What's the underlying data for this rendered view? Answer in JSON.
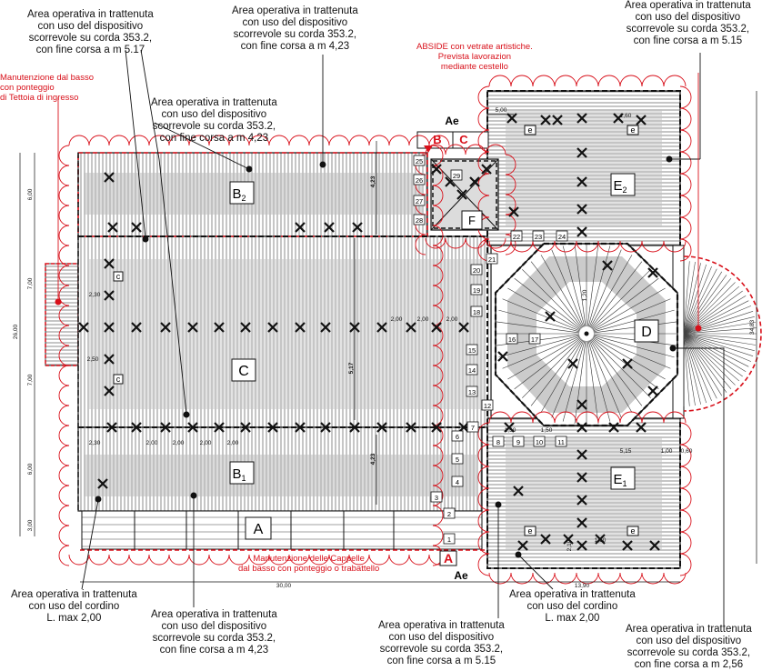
{
  "annotations": {
    "top_left": [
      "Area operativa in trattenuta",
      "con uso del dispositivo",
      "scorrevole su corda 353.2,",
      "con fine corsa a m 5.17"
    ],
    "top_mid": [
      "Area operativa in trattenuta",
      "con uso del dispositivo",
      "scorrevole su corda 353.2,",
      "con fine corsa a m 4,23"
    ],
    "top_right": [
      "Area operativa in trattenuta",
      "con uso del dispositivo",
      "scorrevole su corda 353.2,",
      "con fine corsa a m 5.15"
    ],
    "mid_left": [
      "Area operativa in trattenuta",
      "con uso del dispositivo",
      "scorrevole su corda 353.2,",
      "con fine corsa a m 4,23"
    ],
    "bottom_left": [
      "Area operativa in trattenuta",
      "con uso del cordino",
      "L. max 2,00"
    ],
    "bottom_mid": [
      "Area operativa in trattenuta",
      "con uso del dispositivo",
      "scorrevole su corda 353.2,",
      "con fine corsa a m 4,23"
    ],
    "bottom_center": [
      "Area operativa in trattenuta",
      "con uso del dispositivo",
      "scorrevole su corda 353.2,",
      "con fine corsa a m 5.15"
    ],
    "bottom_right_a": [
      "Area operativa in trattenuta",
      "con uso del cordino",
      "L. max 2,00"
    ],
    "bottom_right_b": [
      "Area operativa in trattenuta",
      "con uso del dispositivo",
      "scorrevole su corda 353.2,",
      "con fine corsa a m 2,56"
    ]
  },
  "red_notes": {
    "tettoia": [
      "Manutenzione dal basso",
      "con ponteggio",
      "di Tettoia di ingresso"
    ],
    "abside": [
      "ABSIDE con vetrate artistiche.",
      "Prevista lavorazion",
      "mediante cestello"
    ],
    "cappelle": [
      "Manutenzione delle Cappelle",
      "dal basso  con ponteggio o trabattello"
    ]
  },
  "zones": {
    "A": "A",
    "B1": "B",
    "B1_sub": "1",
    "B2": "B",
    "B2_sub": "2",
    "C": "C",
    "D": "D",
    "E1": "E",
    "E1_sub": "1",
    "E2": "E",
    "E2_sub": "2",
    "F": "F",
    "Ae": "Ae",
    "c": "c",
    "e": "e"
  },
  "red_markers": {
    "A": "A",
    "B": "B",
    "C": "C"
  },
  "numbers": [
    "1",
    "2",
    "3",
    "4",
    "5",
    "6",
    "7",
    "8",
    "9",
    "10",
    "11",
    "12",
    "13",
    "14",
    "15",
    "16",
    "17",
    "18",
    "19",
    "20",
    "21",
    "22",
    "23",
    "24",
    "25",
    "26",
    "27",
    "28",
    "29"
  ],
  "dimensions": {
    "d30": "30,00",
    "d13_90": "13,90",
    "d26": "26,00",
    "d34_83": "34,83",
    "d7a": "7,00",
    "d7b": "7,00",
    "d6a": "6,00",
    "d6b": "6,00",
    "d3": "3,00",
    "d5_00": "5,00",
    "d5_17": "5,17",
    "d4_23": "4,23",
    "d5_15": "5,15",
    "d2_00": "2,00",
    "d2_30": "2,30",
    "d2_50": "2,50",
    "d1_50": "1,50",
    "d1_60": "1,60",
    "d0_60": "0,60",
    "d1_00": "1,00",
    "d2_10": "2,10",
    "d1_20": "1,20"
  },
  "colors": {
    "red": "#d8101a",
    "line": "#111111",
    "shade": "#b8b8b8",
    "shade_dark": "#8f8f8f"
  }
}
